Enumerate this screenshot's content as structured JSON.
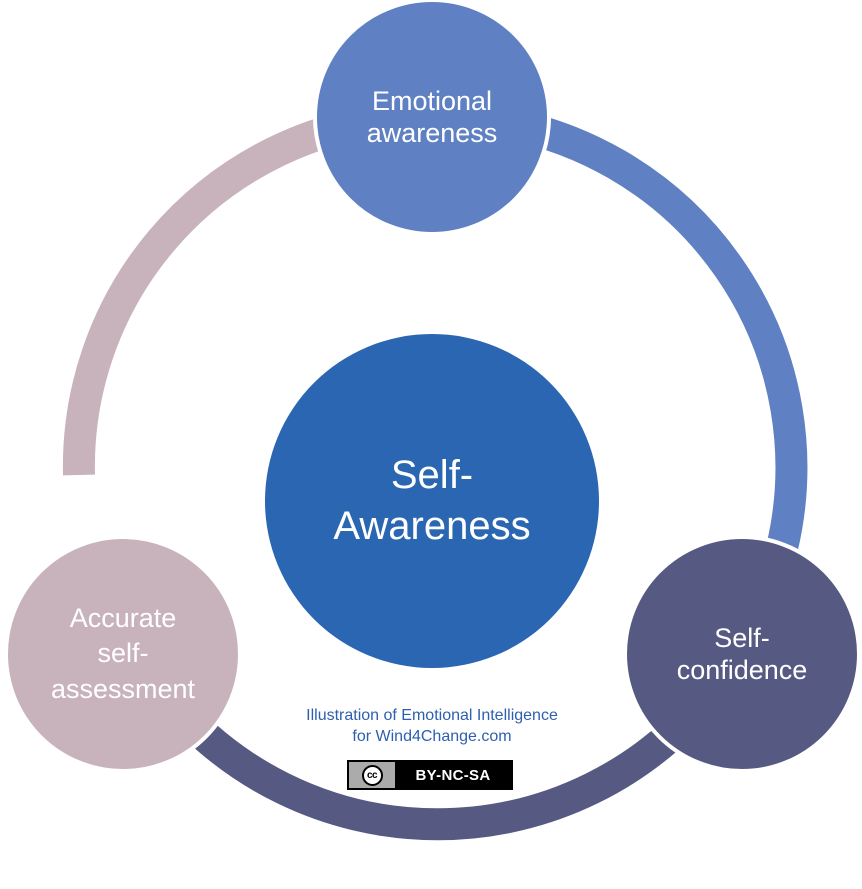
{
  "diagram": {
    "center": {
      "lines": [
        "Self-",
        "Awareness"
      ],
      "color": "#2a66b2"
    },
    "nodes": {
      "top": {
        "lines": [
          "Emotional",
          "awareness"
        ],
        "color": "#5f80c2"
      },
      "right": {
        "lines": [
          "Self-",
          "confidence"
        ],
        "color": "#565a82"
      },
      "left": {
        "lines": [
          "Accurate",
          "self-",
          "assessment"
        ],
        "color": "#c8b3bd"
      }
    },
    "ring_colors": {
      "top_to_right": "#5f80c2",
      "right_to_left": "#565a82",
      "left_to_top": "#c8b3bd"
    }
  },
  "credit": {
    "line1": "Illustration of Emotional Intelligence",
    "line2": "for Wind4Change.com",
    "color": "#2e5fae"
  },
  "license": {
    "cc_mark": "cc",
    "terms": "BY-NC-SA"
  }
}
